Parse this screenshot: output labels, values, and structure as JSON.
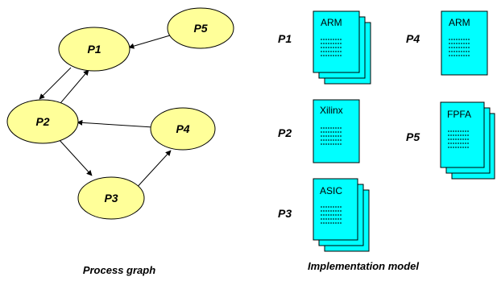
{
  "colors": {
    "node_fill": "#ffff99",
    "document_fill": "#00ffff",
    "stroke": "#000000"
  },
  "process_graph": {
    "caption": "Process graph",
    "nodes": {
      "p1": "P1",
      "p2": "P2",
      "p3": "P3",
      "p4": "P4",
      "p5": "P5"
    },
    "edges": [
      {
        "from": "P5",
        "to": "P1"
      },
      {
        "from": "P1",
        "to": "P2"
      },
      {
        "from": "P2",
        "to": "P1"
      },
      {
        "from": "P4",
        "to": "P2"
      },
      {
        "from": "P2",
        "to": "P3"
      },
      {
        "from": "P3",
        "to": "P4"
      }
    ]
  },
  "implementation_model": {
    "caption": "Implementation model",
    "rows": {
      "p1": {
        "label": "P1",
        "doc_title": "ARM",
        "stacked": true
      },
      "p2": {
        "label": "P2",
        "doc_title": "Xilinx",
        "stacked": false
      },
      "p3": {
        "label": "P3",
        "doc_title": "ASIC",
        "stacked": true
      },
      "p4": {
        "label": "P4",
        "doc_title": "ARM",
        "stacked": false
      },
      "p5": {
        "label": "P5",
        "doc_title": "FPFA",
        "stacked": true
      }
    }
  }
}
